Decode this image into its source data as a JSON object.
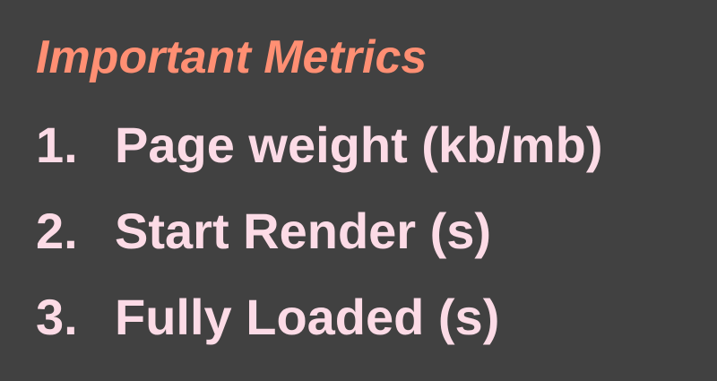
{
  "slide": {
    "title": "Important Metrics",
    "metrics": [
      {
        "number": "1.",
        "label": "Page weight (kb/mb)"
      },
      {
        "number": "2.",
        "label": "Start Render (s)"
      },
      {
        "number": "3.",
        "label": "Fully Loaded (s)"
      }
    ]
  },
  "colors": {
    "background": "#414141",
    "title": "#ff8f73",
    "text": "#fcdbe6"
  }
}
